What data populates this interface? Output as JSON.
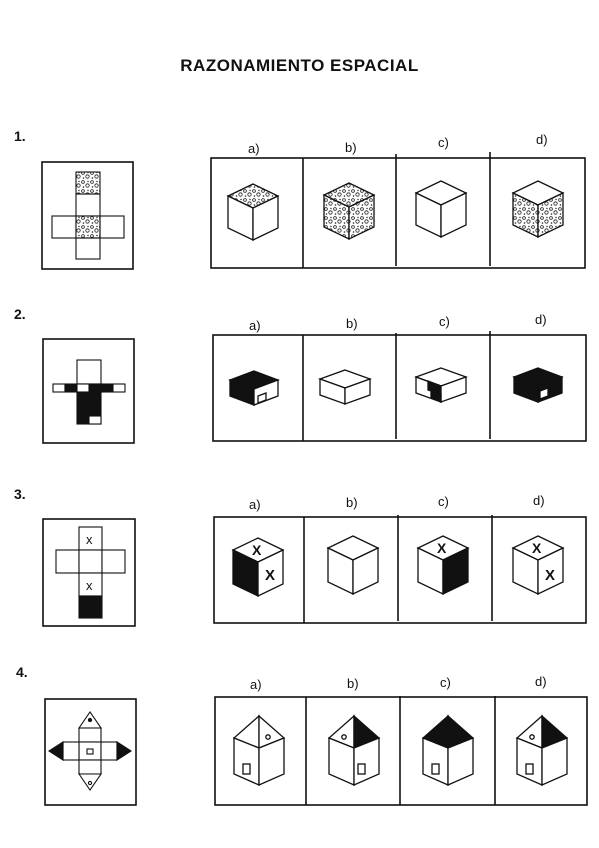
{
  "title": "RAZONAMIENTO ESPACIAL",
  "questions": [
    {
      "number": "1.",
      "options": [
        "a)",
        "b)",
        "c)",
        "d)"
      ]
    },
    {
      "number": "2.",
      "options": [
        "a)",
        "b)",
        "c)",
        "d)"
      ]
    },
    {
      "number": "3.",
      "options": [
        "a)",
        "b)",
        "c)",
        "d)"
      ]
    },
    {
      "number": "4.",
      "options": [
        "a)",
        "b)",
        "c)",
        "d)"
      ]
    }
  ],
  "marks": {
    "x": "x",
    "x_upper": "X"
  }
}
